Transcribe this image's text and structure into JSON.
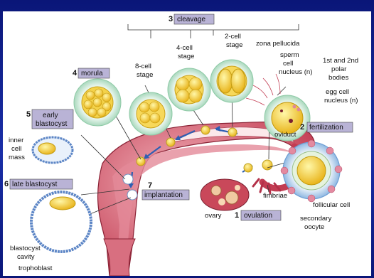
{
  "labels": {
    "cleavage": {
      "num": "3",
      "text": "cleavage"
    },
    "cell8": [
      "8-cell",
      "stage"
    ],
    "cell4": [
      "4-cell",
      "stage"
    ],
    "cell2": [
      "2-cell",
      "stage"
    ],
    "zona": "zona pellucida",
    "sperm": [
      "sperm",
      "cell",
      "nucleus (n)"
    ],
    "polar": [
      "1st and 2nd",
      "polar",
      "bodies"
    ],
    "egg": [
      "egg cell",
      "nucleus (n)"
    ],
    "morula": {
      "num": "4",
      "text": "morula"
    },
    "early": {
      "num": "5",
      "text": [
        "early",
        "blastocyst"
      ]
    },
    "inner": [
      "inner",
      "cell",
      "mass"
    ],
    "late": {
      "num": "6",
      "text": "late blastocyst"
    },
    "implant": {
      "num": "7",
      "text": "implantation"
    },
    "oviduct": "oviduct",
    "fert": {
      "num": "2",
      "text": "fertilization"
    },
    "fimbriae": "fimbriae",
    "follicular": "follicular cell",
    "secondary": [
      "secondary",
      "oocyte"
    ],
    "ovary": "ovary",
    "ovulation": {
      "num": "1",
      "text": "ovulation"
    },
    "bcavity": [
      "blastocyst",
      "cavity"
    ],
    "tropho": "trophoblast"
  },
  "colors": {
    "background": "#0b1a86",
    "label_box": "#b9b3d6",
    "tissue": "#c9485a",
    "cell_yellow": "#f2cf3b",
    "halo_green": "#bfe3cf",
    "follicle_blue": "#9bc3e6"
  }
}
